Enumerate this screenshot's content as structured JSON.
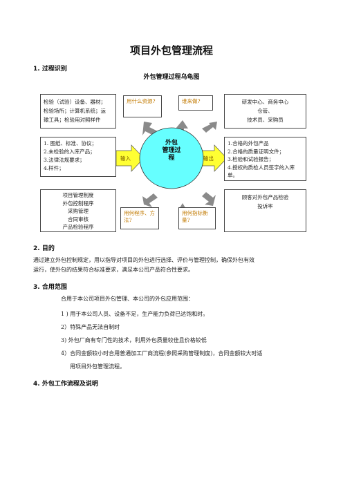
{
  "doc_title": "项目外包管理流程",
  "section1": {
    "heading": "1. 过程识别"
  },
  "diagram": {
    "title": "外包管理过程乌龟图",
    "resources_box": [
      "检验（试验）设备、器材；",
      "检验场所；计算机系统；运",
      "输工具；检验用对照样件"
    ],
    "what_resources": "用什么资源?",
    "who": "谁来做?",
    "people_box": [
      "研发中心、商务中心",
      "仓管、",
      "技术员、采购员"
    ],
    "inputs_box": [
      "1. 图纸、标准、协议；",
      "2.未检验的入库产品；",
      "3.法律法规要求；",
      "4.样件；"
    ],
    "input_label": "输入",
    "core": [
      "外包",
      "管理过",
      "程"
    ],
    "output_label": "输出",
    "outputs_box": [
      "1.合格的外包产品",
      "2.合格的质量证明文件；",
      "3.检验和试验报告；",
      "4.授权的质检人员签字的入库",
      "单。"
    ],
    "procedures_box": [
      "项目管理制度",
      "外包控制程序",
      "采购管理",
      "合同审核",
      "产品检验程序"
    ],
    "what_procedures": "用何程序、方法?",
    "what_metrics": "用何指标衡量?",
    "metrics_box": [
      "顾客对外包产品检验",
      "投诉率"
    ]
  },
  "section2": {
    "heading": "2. 目的",
    "text_line1": "通过建立外包控制规定，用以指导对项目的外包进行选择、评价与管理控制，确保外包有效",
    "text_line2": "运行，使外包的结果符合标准要求，满足本公司产品符合性要求。"
  },
  "section3": {
    "heading": "3. 合用范围",
    "intro": "合用于本公司项目外包管理、本公司的外包应用范围：",
    "items": [
      "1 ) 用于本公司人员、设备不足，生产能力负荷已达饱和时。",
      "2）特殊产品无法自制时",
      "3) 外包厂商有专门性的技术，利用外包质量较佳且价格较低",
      "4）合同金额较小时合用普通加工厂商流程(参照采购管理制度)，合同金额较大时适"
    ],
    "item4_cont": "用项目外包管理流程。"
  },
  "section4": {
    "heading": "4. 外包工作流程及说明"
  }
}
